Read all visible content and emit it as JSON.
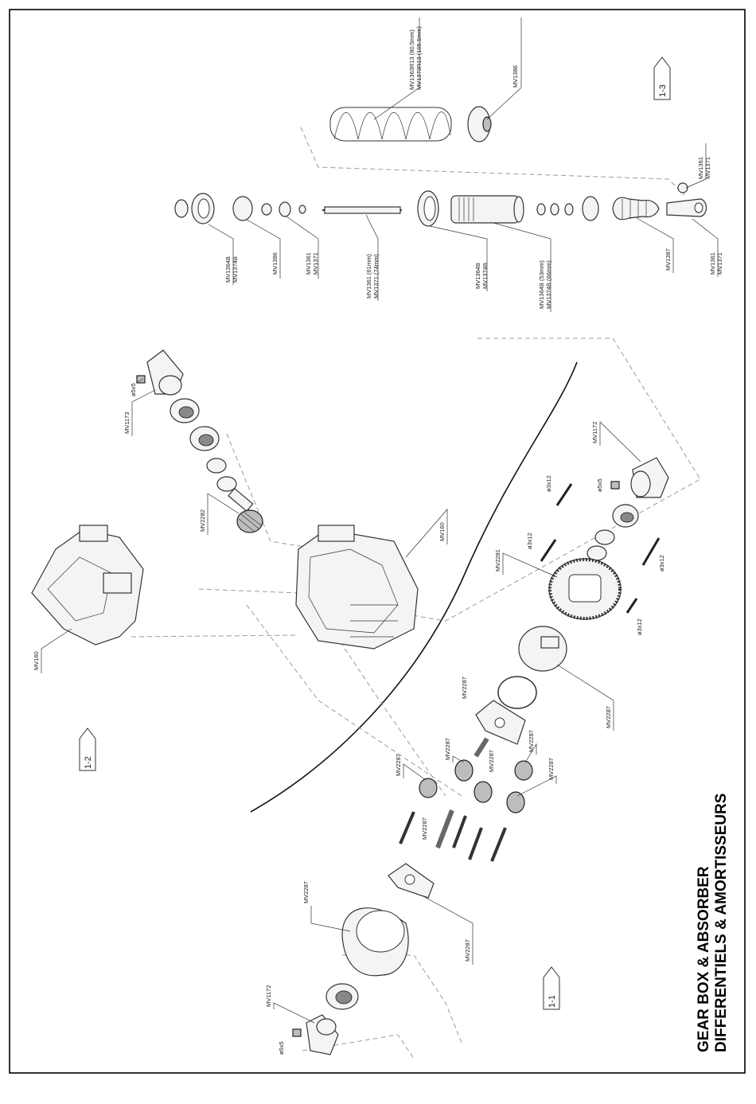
{
  "title": {
    "line1": "GEAR BOX & ABSORBER",
    "line2": "DIFFERENTIELS & AMORTISSEURS"
  },
  "section_tags": [
    "1-1",
    "1-2",
    "1-3"
  ],
  "labels": {
    "shock": [
      "MV1363R13 (80.5mm)",
      "MV1373R13 (105.5mm)",
      "MV1386",
      "MV1361",
      "MV1371",
      "MV1364B",
      "MV1374B",
      "MV1386",
      "MV1361",
      "MV1371",
      "MV1361 (61mm)",
      "MV1371 (74mm)",
      "MV1364B",
      "MV1374B",
      "MV1364B (53mm)",
      "MV1374B (66mm)",
      "MV1387",
      "MV1361",
      "MV1371"
    ],
    "gearbox": [
      "ø5x5",
      "MV1173",
      "MV2282",
      "MV160",
      "MV160",
      "MV1172",
      "ø5x5",
      "ø3x12",
      "ø3x12",
      "ø3x12",
      "ø3x12",
      "MV2281",
      "MV2287",
      "MV2287"
    ],
    "diff": [
      "MV2287",
      "MV2287",
      "MV2287",
      "MV2287",
      "MV2287",
      "MV2287",
      "MV2287",
      "MV2287",
      "MV1172",
      "ø5x5"
    ]
  },
  "colors": {
    "line": "#333333",
    "dashed": "#9a9a9a",
    "frame": "#000000"
  }
}
